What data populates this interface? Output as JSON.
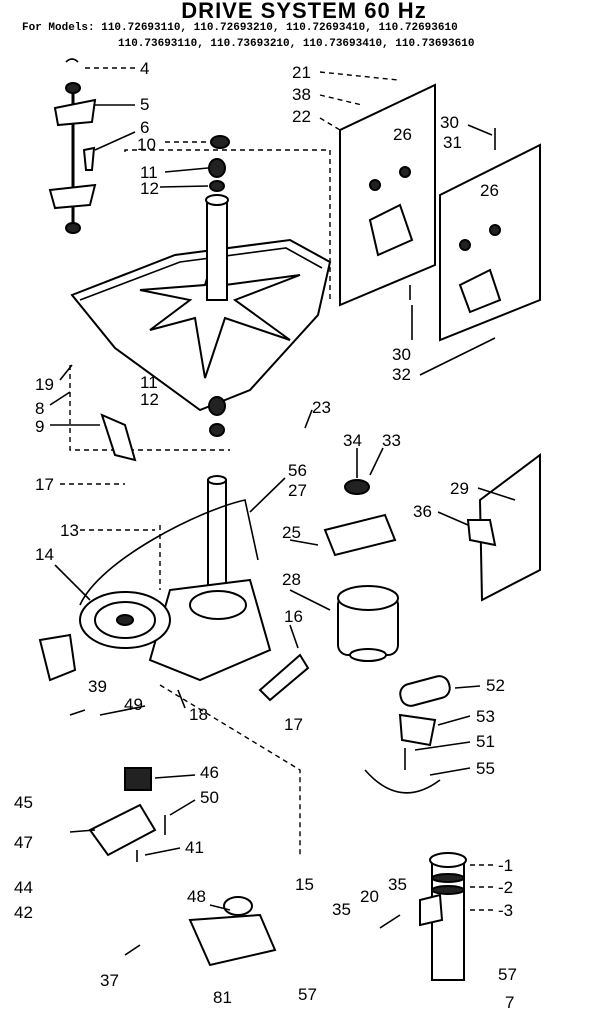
{
  "title": "DRIVE SYSTEM 60 Hz",
  "models_line1": "For Models: 110.72693110, 110.72693210, 110.72693410, 110.72693610",
  "models_line2": "110.73693110, 110.73693210, 110.73693410, 110.73693610",
  "callouts": {
    "c4": "4",
    "c5": "5",
    "c6": "6",
    "c10": "10",
    "c11a": "11",
    "c12a": "12",
    "c21": "21",
    "c38": "38",
    "c22": "22",
    "c26a": "26",
    "c30a": "30",
    "c31": "31",
    "c26b": "26",
    "c30b": "30",
    "c32": "32",
    "c19": "19",
    "c11b": "11",
    "c12b": "12",
    "c23": "23",
    "c8": "8",
    "c9": "9",
    "c17a": "17",
    "c34": "34",
    "c33": "33",
    "c56": "56",
    "c27": "27",
    "c29": "29",
    "c36": "36",
    "c13": "13",
    "c14": "14",
    "c25": "25",
    "c28": "28",
    "c16": "16",
    "c52": "52",
    "c39": "39",
    "c49": "49",
    "c18": "18",
    "c17b": "17",
    "c53": "53",
    "c51": "51",
    "c55": "55",
    "c46": "46",
    "c45": "45",
    "c50": "50",
    "c47": "47",
    "c41": "41",
    "c15": "15",
    "c48": "48",
    "c35a": "35",
    "c20": "20",
    "c35b": "35",
    "c1": "-1",
    "c2": "-2",
    "c3": "-3",
    "c44": "44",
    "c42": "42",
    "c37": "37",
    "c81": "81",
    "c57a": "57",
    "c57b": "57",
    "c7": "7"
  }
}
